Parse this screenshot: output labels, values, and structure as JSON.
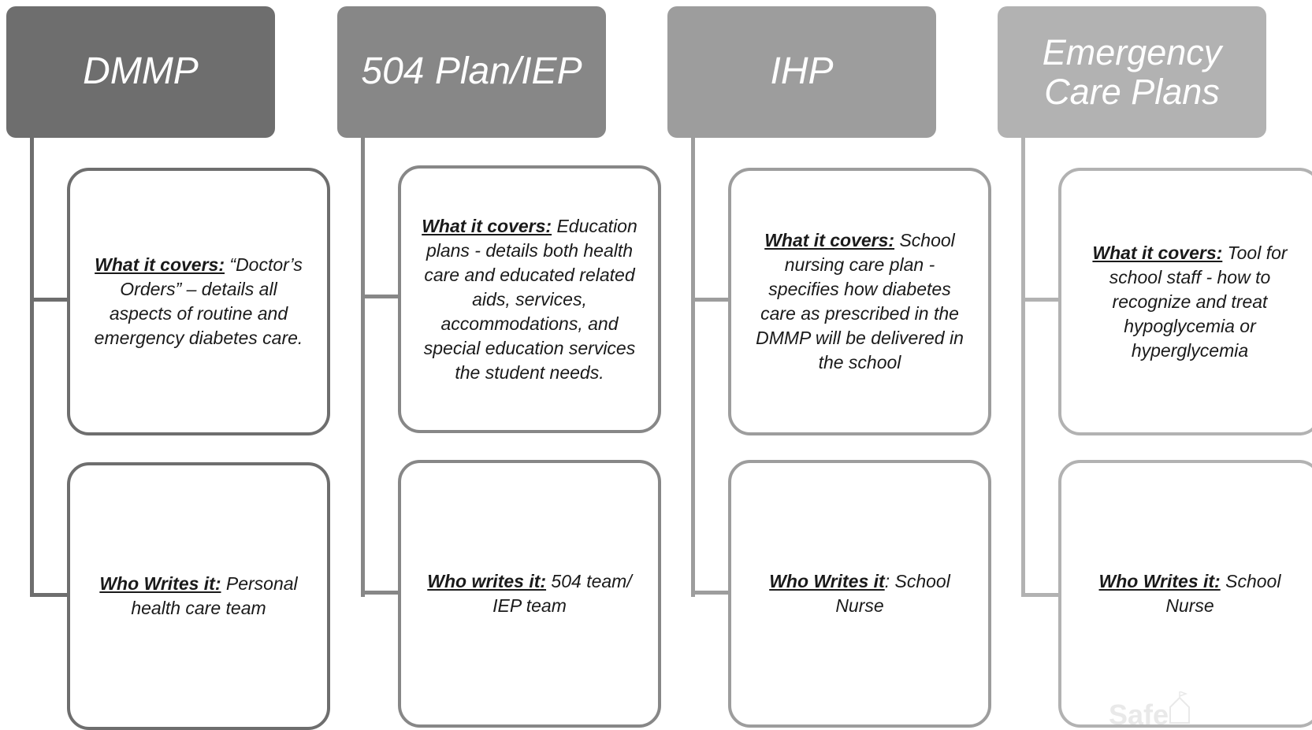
{
  "colors": {
    "plan1": "#6e6e6e",
    "plan2": "#878787",
    "plan3": "#9d9d9d",
    "plan4": "#b2b2b2"
  },
  "plans": [
    {
      "title": "DMMP",
      "covers_label": "What it covers:",
      "covers_text": "  “Doctor’s Orders” – details all aspects of routine and emergency diabetes care.",
      "writer_label": "Who Writes it:",
      "writer_text": " Personal health care team"
    },
    {
      "title": "504 Plan/IEP",
      "covers_label": "What it covers:",
      "covers_text": " Education plans - details both health care and educated related aids, services, accommodations, and special education services the student needs.",
      "writer_label": "Who writes it:",
      "writer_text": " 504 team/ IEP team"
    },
    {
      "title": "IHP",
      "covers_label": "What it covers:",
      "covers_text": "  School nursing care plan - specifies how diabetes care as prescribed in the DMMP will be delivered in the school",
      "writer_label": "Who Writes it",
      "writer_text": ":  School Nurse"
    },
    {
      "title": "Emergency Care Plans",
      "covers_label": "What it covers:",
      "covers_text": " Tool for school staff -  how to recognize and treat hypoglycemia or hyperglycemia",
      "writer_label": "Who Writes it:",
      "writer_text": "  School Nurse"
    }
  ],
  "watermark": "Safe"
}
